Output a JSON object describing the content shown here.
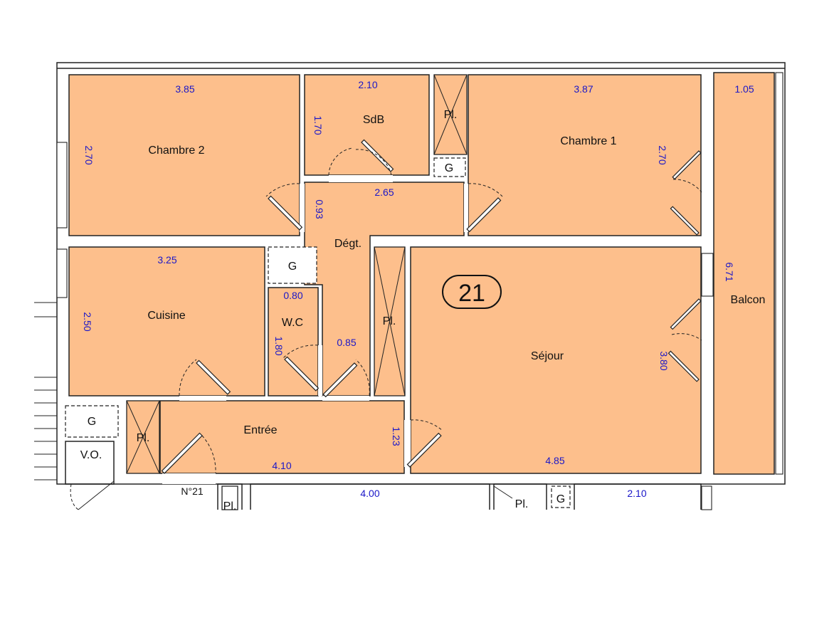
{
  "colors": {
    "room_fill": "#fdbf8c",
    "wall": "#222222",
    "dimension_text": "#1a16c8"
  },
  "apartment_badge": "21",
  "unit_label": "N°21",
  "rooms": {
    "chambre2": {
      "name": "Chambre 2",
      "width": "3.85",
      "depth": "2.70"
    },
    "sdb": {
      "name": "SdB",
      "width": "2.10",
      "depth": "1.70"
    },
    "chambre1": {
      "name": "Chambre 1",
      "width": "3.87",
      "depth": "2.70"
    },
    "balcon": {
      "name": "Balcon",
      "width": "1.05",
      "length": "6.71"
    },
    "degt": {
      "name": "Dégt.",
      "width": "2.65",
      "depth": "0.93"
    },
    "cuisine": {
      "name": "Cuisine",
      "width": "3.25",
      "depth": "2.50"
    },
    "wc": {
      "name": "W.C",
      "width": "0.80",
      "depth": "1.80"
    },
    "corridor": {
      "width": "0.85"
    },
    "sejour": {
      "name": "Séjour",
      "width": "4.85",
      "depth": "3.80"
    },
    "entree": {
      "name": "Entrée",
      "width": "4.10",
      "depth": "1.23"
    }
  },
  "fixtures": {
    "placard": "Pl.",
    "gaine": "G",
    "vide_ordures": "V.O."
  },
  "neighbor": {
    "dim_a": "4.00",
    "dim_b": "2.10"
  }
}
